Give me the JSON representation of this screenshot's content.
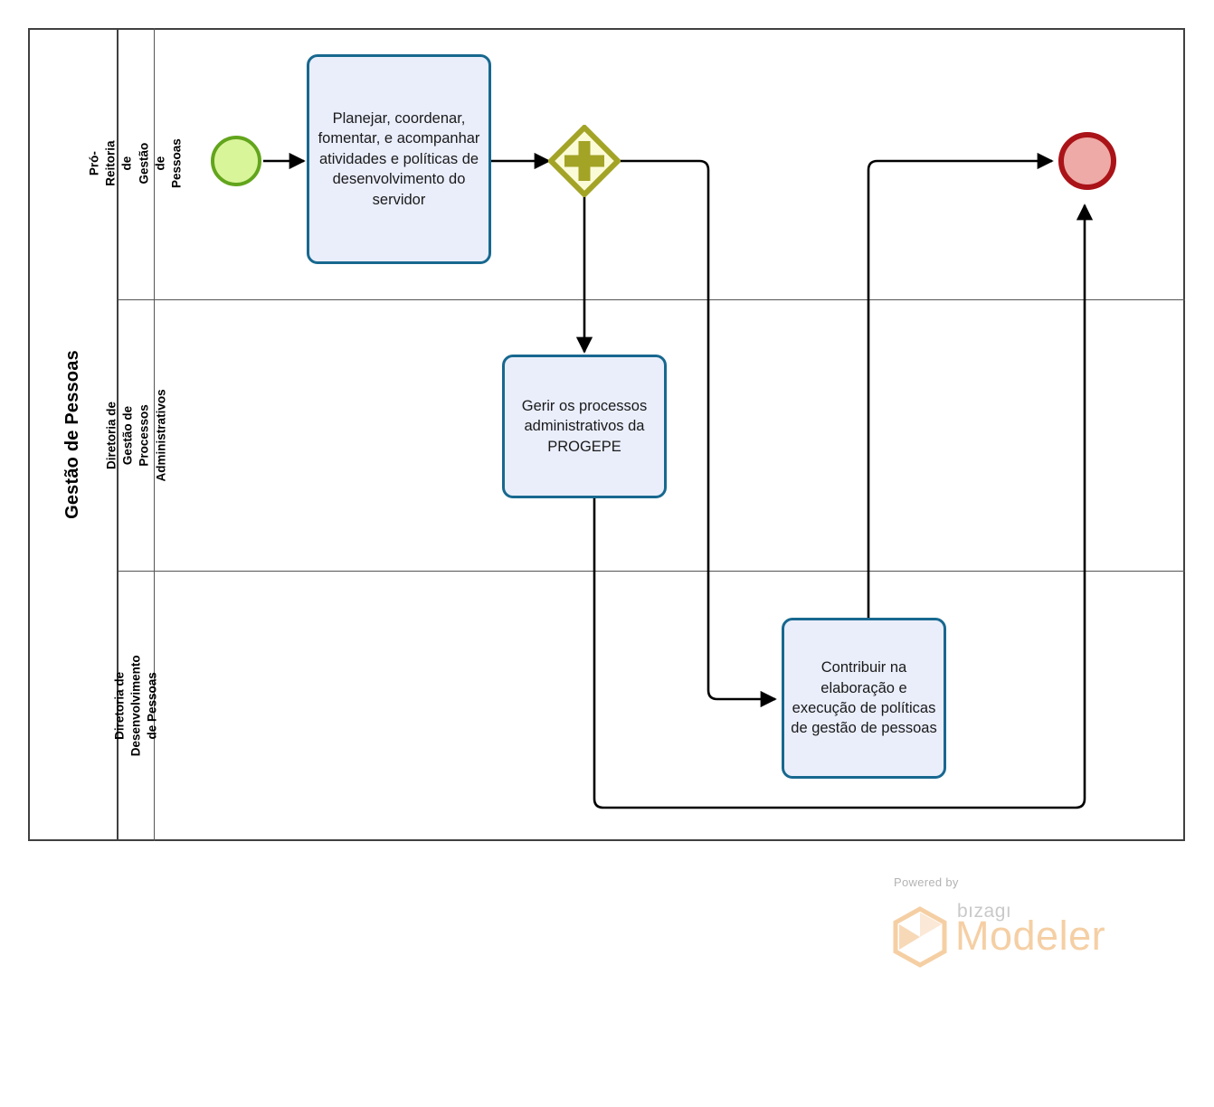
{
  "diagram": {
    "title": "Gestão de Pessoas",
    "type": "bpmn-process",
    "pool": {
      "name": "Gestão de Pessoas",
      "lanes": [
        {
          "id": "lane-1",
          "name": "Pró-Reitoria de Gestão de Pessoas"
        },
        {
          "id": "lane-2",
          "name": "Diretoria de Gestão de Processos Administrativos"
        },
        {
          "id": "lane-3",
          "name": "Diretoria de Desenvolvimento de Pessoas"
        }
      ]
    },
    "nodes": {
      "start_event": {
        "type": "start-event",
        "label": "",
        "lane": "lane-1"
      },
      "task_1": {
        "type": "task",
        "label": "Planejar, coordenar, fomentar, e acompanhar atividades e políticas de desenvolvimento do servidor",
        "lane": "lane-1"
      },
      "gateway_1": {
        "type": "parallel-gateway",
        "label": "",
        "marker": "+",
        "lane": "lane-1"
      },
      "task_2": {
        "type": "task",
        "label": "Gerir os processos administrativos da PROGEPE",
        "lane": "lane-2"
      },
      "task_3": {
        "type": "task",
        "label": "Contribuir na elaboração e execução de políticas de gestão de pessoas",
        "lane": "lane-3"
      },
      "end_event": {
        "type": "end-event",
        "label": "",
        "lane": "lane-1"
      }
    },
    "flows": [
      {
        "from": "start_event",
        "to": "task_1",
        "label": ""
      },
      {
        "from": "task_1",
        "to": "gateway_1",
        "label": ""
      },
      {
        "from": "gateway_1",
        "to": "task_2",
        "label": ""
      },
      {
        "from": "gateway_1",
        "to": "task_3",
        "label": ""
      },
      {
        "from": "task_3",
        "to": "end_event",
        "label": ""
      },
      {
        "from": "task_2",
        "to": "end_event",
        "label": ""
      }
    ],
    "colors": {
      "task_fill": "#eaeefb",
      "task_border": "#17688f",
      "start_fill": "#d9f59a",
      "start_border": "#62a51c",
      "end_fill": "#eeaaa6",
      "end_border": "#aa1318",
      "gateway_fill": "#fbfbd8",
      "gateway_border": "#a3a326",
      "pool_border": "#404040",
      "lane_border": "#555555",
      "connector": "#000000",
      "watermark_orange": "#f5cfa4",
      "watermark_grey": "#c9c9c9"
    }
  },
  "watermark": {
    "powered_by": "Powered by",
    "brand": "bızagı",
    "product": "Modeler"
  }
}
